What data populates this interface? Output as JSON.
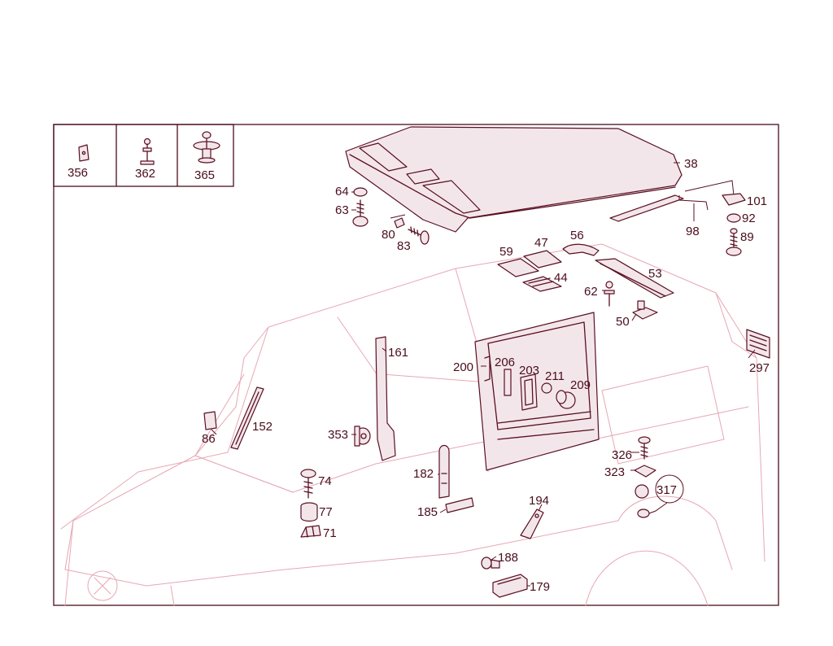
{
  "diagram": {
    "legend_boxes": [
      {
        "label": "356"
      },
      {
        "label": "362"
      },
      {
        "label": "365"
      }
    ],
    "callouts": {
      "c38": "38",
      "c101": "101",
      "c64": "64",
      "c63": "63",
      "c92": "92",
      "c80": "80",
      "c83": "83",
      "c98": "98",
      "c89": "89",
      "c47": "47",
      "c56": "56",
      "c59": "59",
      "c53": "53",
      "c44": "44",
      "c62": "62",
      "c50": "50",
      "c161": "161",
      "c297": "297",
      "c200": "200",
      "c206": "206",
      "c203": "203",
      "c211": "211",
      "c209": "209",
      "c152": "152",
      "c86": "86",
      "c353": "353",
      "c326": "326",
      "c74": "74",
      "c323": "323",
      "c182": "182",
      "c317": "317",
      "c77": "77",
      "c194": "194",
      "c185": "185",
      "c71": "71",
      "c188": "188",
      "c179": "179"
    },
    "colors": {
      "line": "#5a0f22",
      "ghost_line": "#e7a7b5",
      "label": "#4a0d1c"
    }
  }
}
